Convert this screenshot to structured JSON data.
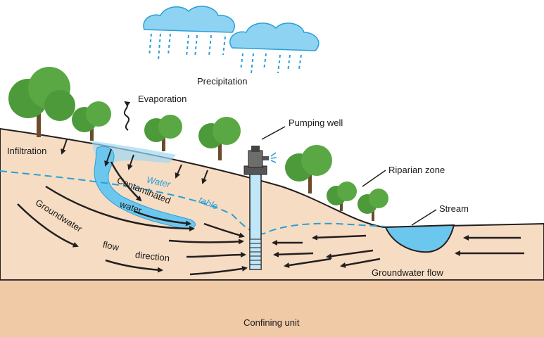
{
  "labels": {
    "precipitation": "Precipitation",
    "evaporation": "Evaporation",
    "pumping_well": "Pumping well",
    "infiltration": "Infiltration",
    "water": "Water",
    "table": "table",
    "contaminated": "Contaminated",
    "water2": "water",
    "riparian_zone": "Riparian zone",
    "stream": "Stream",
    "groundwater": "Groundwater",
    "flow": "flow",
    "direction": "direction",
    "groundwater_flow": "Groundwater flow",
    "confining_unit": "Confining unit"
  },
  "colors": {
    "soil": "#f6dcc3",
    "confining": "#f0c9a6",
    "water_blue": "#6cc7ee",
    "water_table": "#2a9fd6",
    "tree_green": "#4c9a3a",
    "cloud": "#8ed3f2",
    "arrow": "#231f20"
  }
}
